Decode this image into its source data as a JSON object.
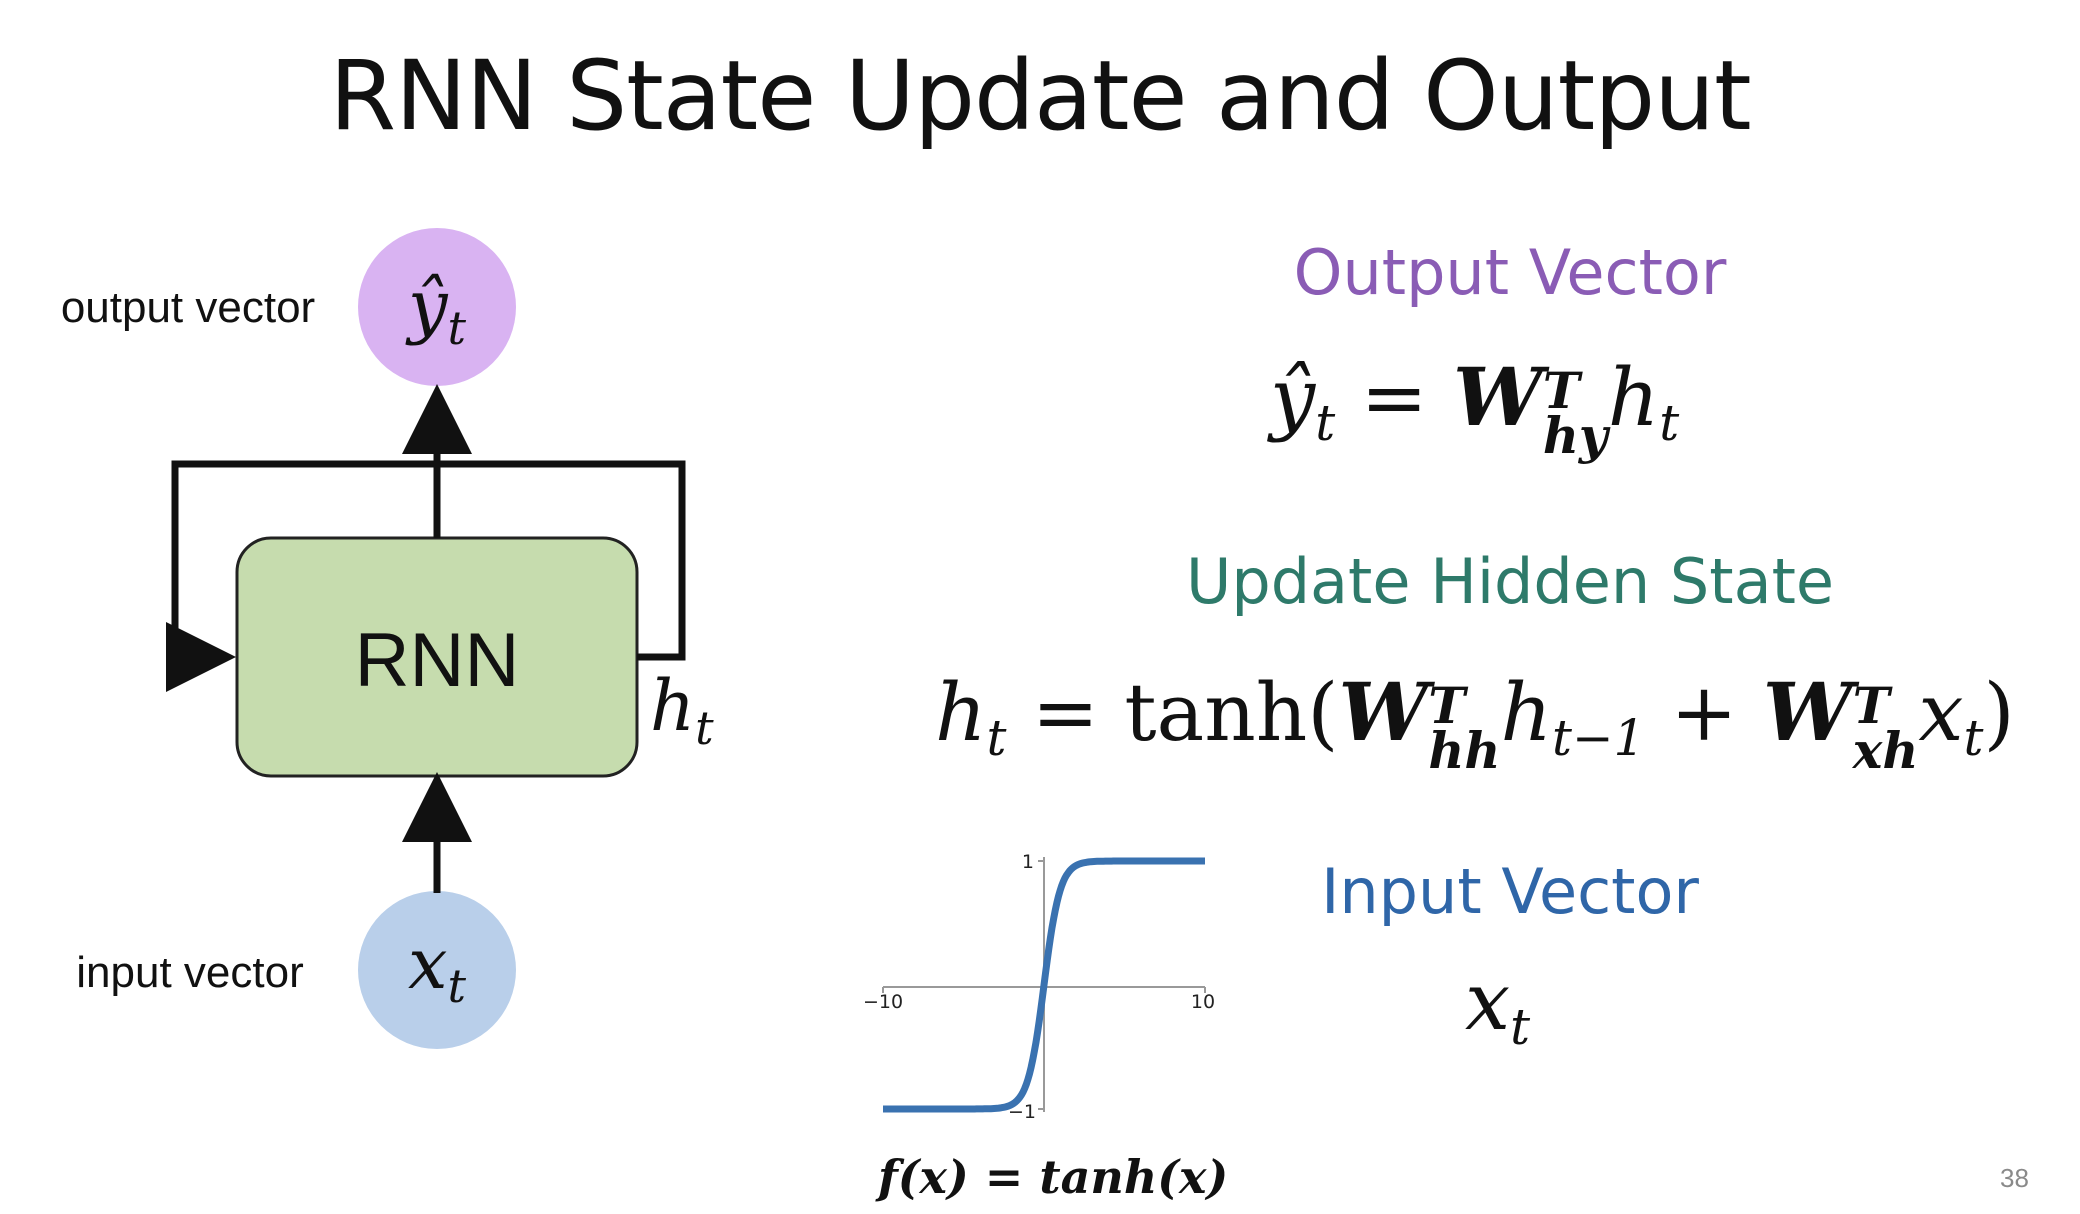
{
  "title": "RNN State Update and Output",
  "diagram": {
    "output_label": "output vector",
    "input_label": "input vector",
    "rnn_label": "RNN",
    "output_node": "ŷt",
    "input_node": "xt",
    "hidden_label": "ht"
  },
  "sections": {
    "output": {
      "heading": "Output Vector",
      "equation": "ŷt = W_hy^T ht"
    },
    "update": {
      "heading": "Update Hidden State",
      "equation": "ht = tanh(W_hh^T ht−1 + W_xh^T xt)"
    },
    "input": {
      "heading": "Input Vector",
      "equation": "xt"
    }
  },
  "tanh_plot": {
    "caption": "f(x) = tanh(x)",
    "x_ticks": [
      "−10",
      "10"
    ],
    "y_ticks": [
      "1",
      "−1"
    ],
    "xlim": [
      -10,
      10
    ],
    "ylim": [
      -1,
      1
    ]
  },
  "colors": {
    "output_node": "#d9b3f2",
    "input_node": "#b9cfea",
    "rnn_box": "#c6dcae",
    "output_heading": "#8a5cb5",
    "update_heading": "#2e7a6a",
    "input_heading": "#2f66a8",
    "curve": "#3a72b0"
  },
  "page_number": "38"
}
